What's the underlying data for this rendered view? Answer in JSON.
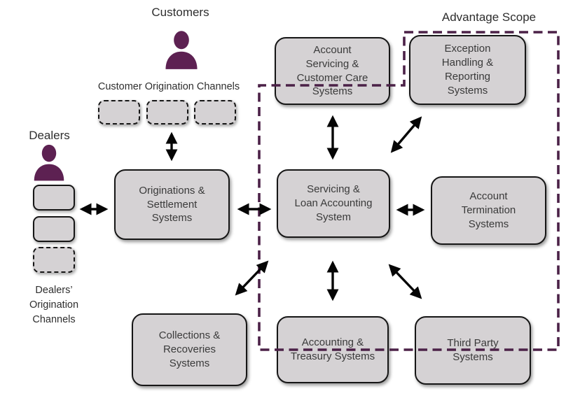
{
  "title": "Advantage Scope systems diagram",
  "labels": {
    "customers": "Customers",
    "dealers": "Dealers",
    "customer_channels": "Customer Origination Channels",
    "dealer_channels": "Dealers’\nOrigination\nChannels",
    "scope": "Advantage Scope"
  },
  "boxes": {
    "originations": "Originations &\nSettlement\nSystems",
    "servicing": "Servicing &\nLoan Accounting\nSystem",
    "account_servicing": "Account\nServicing &\nCustomer Care\nSystems",
    "exception": "Exception\nHandling &\nReporting\nSystems",
    "termination": "Account\nTermination\nSystems",
    "collections": "Collections &\nRecoveries\nSystems",
    "accounting": "Accounting &\nTreasury Systems",
    "third_party": "Third Party\nSystems"
  },
  "colors": {
    "box_fill": "#d5d2d4",
    "box_border": "#161616",
    "box_text": "#3a3a3a",
    "scope_dash": "#4b2147",
    "person_icon": "#5d2152",
    "arrow": "#050505"
  },
  "connections": [
    {
      "from": "customer-origination-channels",
      "to": "originations-settlement-systems",
      "bidirectional": true
    },
    {
      "from": "dealers-origination-channels",
      "to": "originations-settlement-systems",
      "bidirectional": true
    },
    {
      "from": "originations-settlement-systems",
      "to": "servicing-loan-accounting-system",
      "bidirectional": true
    },
    {
      "from": "account-servicing-customer-care-systems",
      "to": "servicing-loan-accounting-system",
      "bidirectional": true
    },
    {
      "from": "exception-handling-reporting-systems",
      "to": "servicing-loan-accounting-system",
      "bidirectional": true
    },
    {
      "from": "servicing-loan-accounting-system",
      "to": "account-termination-systems",
      "bidirectional": true
    },
    {
      "from": "servicing-loan-accounting-system",
      "to": "collections-recoveries-systems",
      "bidirectional": true
    },
    {
      "from": "servicing-loan-accounting-system",
      "to": "accounting-treasury-systems",
      "bidirectional": true
    },
    {
      "from": "servicing-loan-accounting-system",
      "to": "third-party-systems",
      "bidirectional": true
    }
  ]
}
